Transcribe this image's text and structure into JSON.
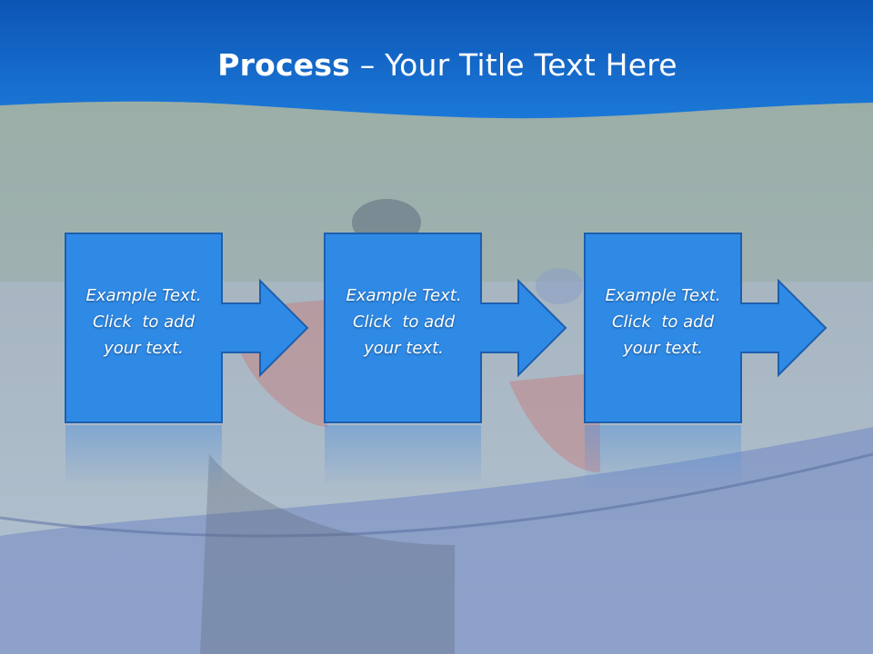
{
  "slide": {
    "title_bold": "Process",
    "title_rest": " – Your Title Text Here"
  },
  "steps": [
    {
      "line1": "Example Text.",
      "line2": "Click  to add",
      "line3": "your text."
    },
    {
      "line1": "Example Text.",
      "line2": "Click  to add",
      "line3": "your text."
    },
    {
      "line1": "Example Text.",
      "line2": "Click  to add",
      "line3": "your text."
    }
  ],
  "colors": {
    "header_blue": "#1467c9",
    "box_fill": "#2f8ae6",
    "box_border": "#1d5fae",
    "background_grey": "#a9b9c9"
  },
  "icons": [
    "right-arrow-icon"
  ]
}
